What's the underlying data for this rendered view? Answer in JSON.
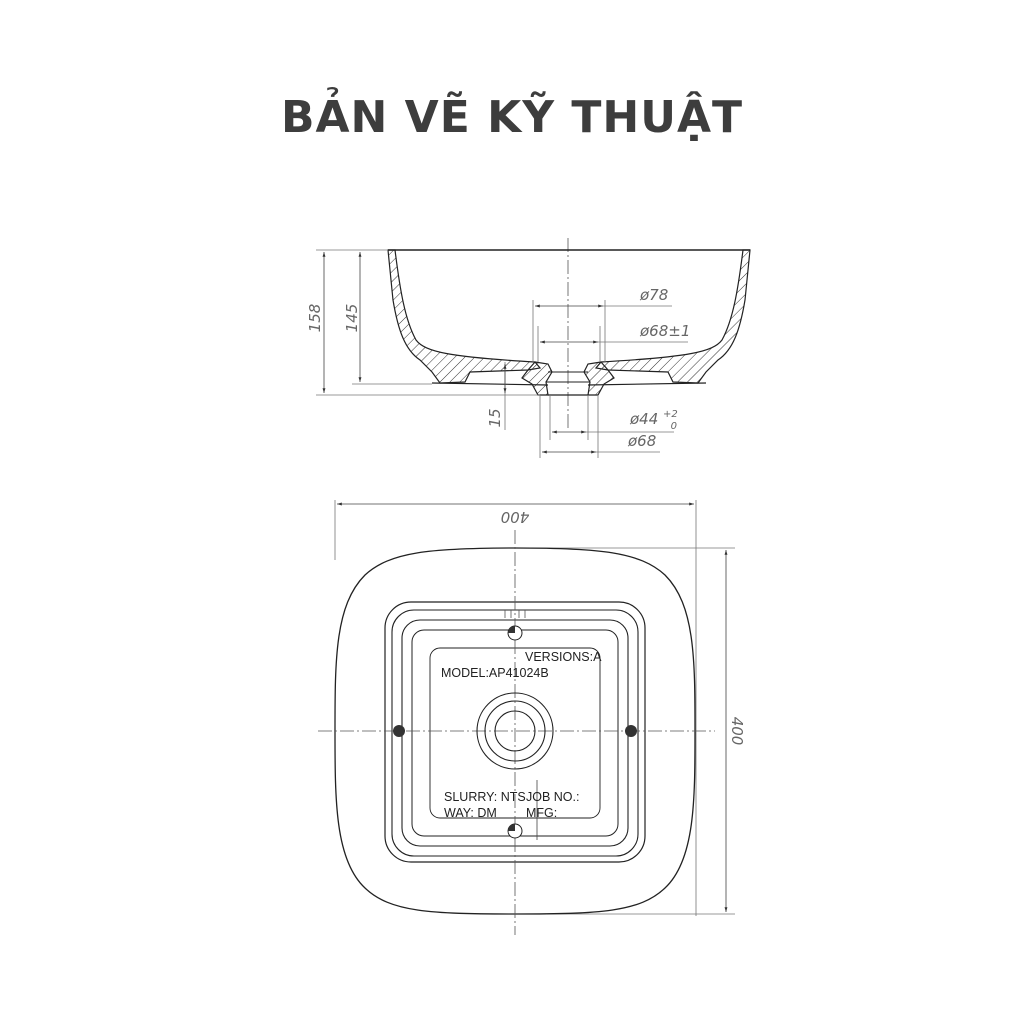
{
  "title": "BẢN VẼ KỸ THUẬT",
  "side_view": {
    "dimensions": {
      "overall_height": "158",
      "bowl_height": "145",
      "base_height": "15",
      "d_outer_top": "ø78",
      "d_inner_top": "ø68±1",
      "d_drain": "ø44",
      "d_drain_tol_upper": "+2",
      "d_drain_tol_lower": "0",
      "d_drain_outer": "ø68"
    }
  },
  "top_view": {
    "dimensions": {
      "width": "400",
      "depth": "400"
    },
    "labels": {
      "model": "MODEL:AP41024B",
      "versions": "VERSIONS:A",
      "slurry": "SLURRY: NTS",
      "way": "WAY: DM",
      "job_no": "JOB NO.:",
      "mfg": "MFG:"
    }
  },
  "colors": {
    "title": "#3d3d3d",
    "line": "#222222",
    "dim_line": "#777777"
  }
}
